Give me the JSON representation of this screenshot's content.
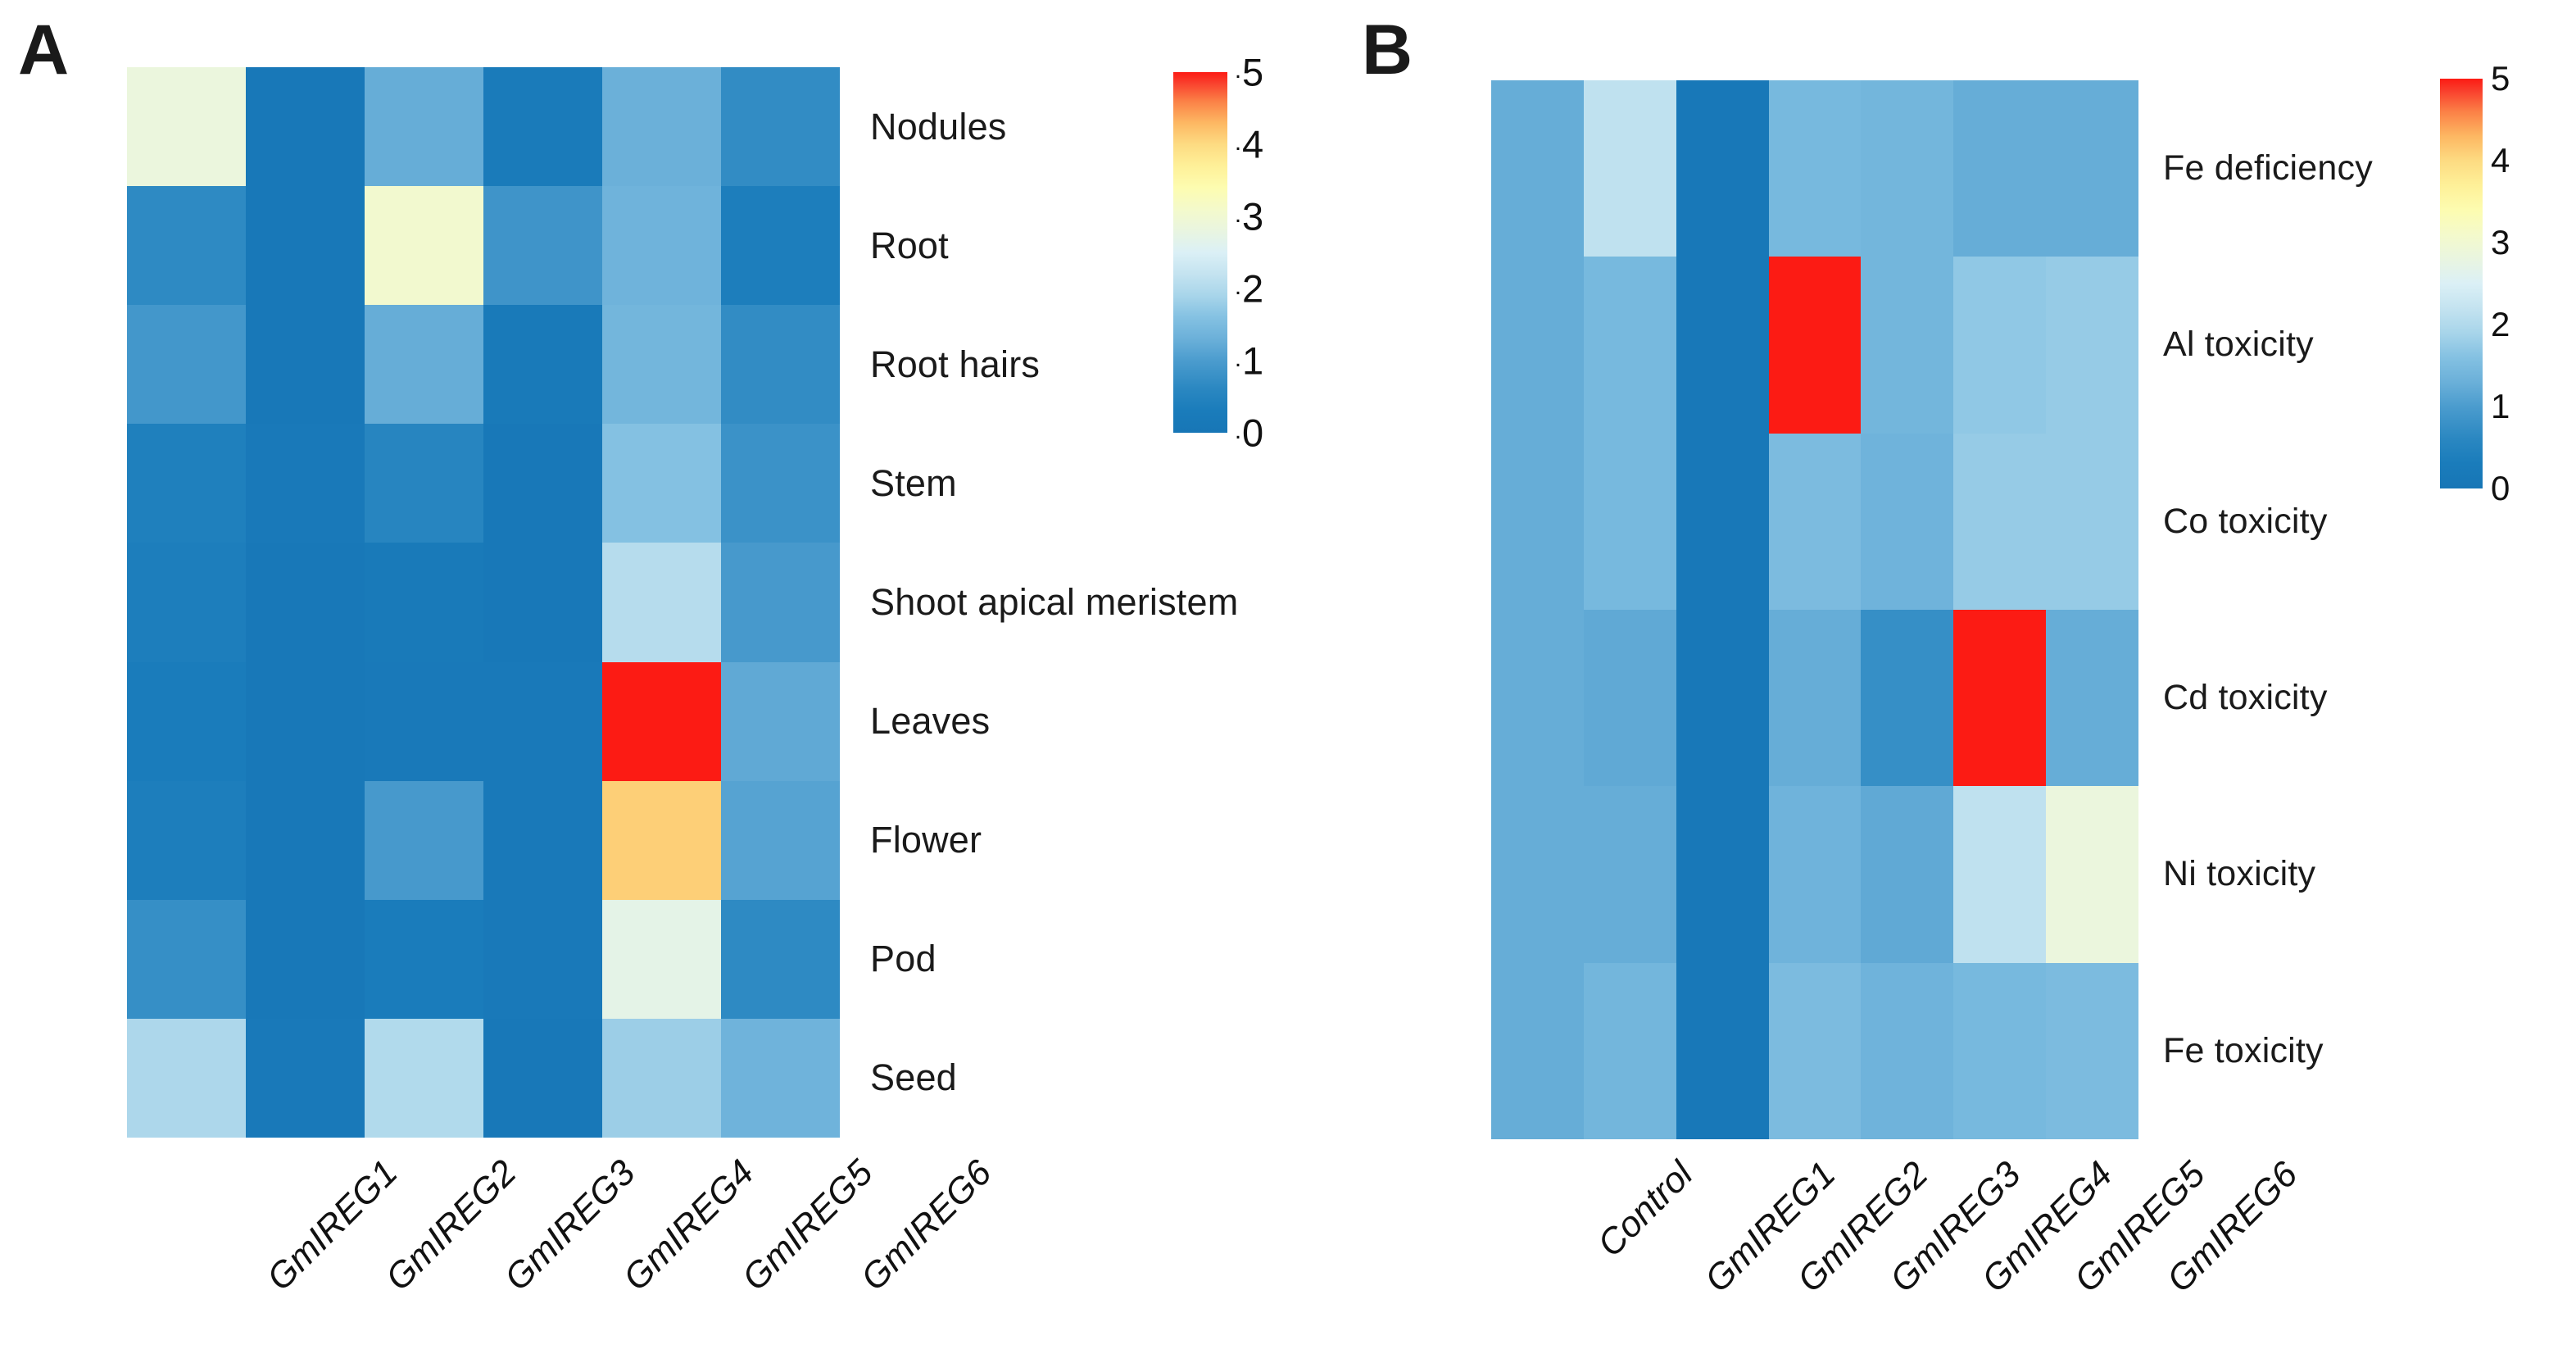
{
  "figure": {
    "panel_a_letter": "A",
    "panel_b_letter": "B"
  },
  "chart_data": [
    {
      "type": "heatmap",
      "panel": "A",
      "title": "",
      "xlabel": "",
      "ylabel": "",
      "colormap": "RdYlBu_r",
      "vmin": 0,
      "vmax": 5,
      "colorbar_ticks": [
        0,
        1,
        2,
        3,
        4,
        5
      ],
      "colorbar_position": "right",
      "grid": false,
      "categories": [
        "GmIREG1",
        "GmIREG2",
        "GmIREG3",
        "GmIREG4",
        "GmIREG5",
        "GmIREG6"
      ],
      "rows": [
        "Nodules",
        "Root",
        "Root hairs",
        "Stem",
        "Shoot apical meristem",
        "Leaves",
        "Flower",
        "Pod",
        "Seed"
      ],
      "values": [
        [
          2.85,
          0.1,
          1.25,
          0.25,
          1.3,
          0.7
        ],
        [
          0.65,
          0.1,
          3.05,
          0.85,
          1.35,
          0.35
        ],
        [
          0.9,
          0.1,
          1.25,
          0.2,
          1.4,
          0.7
        ],
        [
          0.4,
          0.15,
          0.55,
          0.1,
          1.6,
          0.8
        ],
        [
          0.35,
          0.1,
          0.2,
          0.1,
          2.05,
          0.95
        ],
        [
          0.3,
          0.1,
          0.15,
          0.15,
          5.0,
          1.2
        ],
        [
          0.35,
          0.1,
          0.95,
          0.15,
          4.1,
          1.1
        ],
        [
          0.75,
          0.1,
          0.3,
          0.15,
          2.7,
          0.65
        ],
        [
          1.95,
          0.15,
          2.0,
          0.1,
          1.8,
          1.35
        ]
      ]
    },
    {
      "type": "heatmap",
      "panel": "B",
      "title": "",
      "xlabel": "",
      "ylabel": "",
      "colormap": "RdYlBu_r",
      "vmin": 0,
      "vmax": 5,
      "colorbar_ticks": [
        0,
        1,
        2,
        3,
        4,
        5
      ],
      "colorbar_position": "right",
      "grid": false,
      "categories": [
        "Control",
        "GmIREG1",
        "GmIREG2",
        "GmIREG3",
        "GmIREG4",
        "GmIREG5",
        "GmIREG6"
      ],
      "rows": [
        "Fe deficiency",
        "Al toxicity",
        "Co toxicity",
        "Cd toxicity",
        "Ni toxicity",
        "Fe toxicity"
      ],
      "values": [
        [
          1.25,
          2.15,
          0.1,
          1.45,
          1.4,
          1.25,
          1.25
        ],
        [
          1.25,
          1.45,
          0.1,
          5.0,
          1.4,
          1.7,
          1.75
        ],
        [
          1.25,
          1.45,
          0.1,
          1.5,
          1.35,
          1.75,
          1.75
        ],
        [
          1.25,
          1.2,
          0.1,
          1.25,
          0.75,
          5.0,
          1.25
        ],
        [
          1.25,
          1.25,
          0.1,
          1.35,
          1.2,
          2.15,
          2.85
        ],
        [
          1.25,
          1.4,
          0.1,
          1.5,
          1.35,
          1.45,
          1.5
        ]
      ]
    }
  ],
  "panel_a": {
    "letter": "A",
    "row_labels": [
      "Nodules",
      "Root",
      "Root hairs",
      "Stem",
      "Shoot apical meristem",
      "Leaves",
      "Flower",
      "Pod",
      "Seed"
    ],
    "col_labels": [
      "GmIREG1",
      "GmIREG2",
      "GmIREG3",
      "GmIREG4",
      "GmIREG5",
      "GmIREG6"
    ],
    "colorbar": {
      "ticks": [
        "5",
        "4",
        "3",
        "2",
        "1",
        "0"
      ],
      "min": 0,
      "max": 5
    }
  },
  "panel_b": {
    "letter": "B",
    "row_labels": [
      "Fe deficiency",
      "Al toxicity",
      "Co toxicity",
      "Cd toxicity",
      "Ni toxicity",
      "Fe toxicity"
    ],
    "col_labels": [
      "Control",
      "GmIREG1",
      "GmIREG2",
      "GmIREG3",
      "GmIREG4",
      "GmIREG5",
      "GmIREG6"
    ],
    "colorbar": {
      "ticks": [
        "5",
        "4",
        "3",
        "2",
        "1",
        "0"
      ],
      "min": 0,
      "max": 5
    }
  },
  "colors": {
    "text": "#1a1a1a",
    "background": "#ffffff",
    "cmap_low": "#1f78b4",
    "cmap_high": "#fc2a1b"
  }
}
